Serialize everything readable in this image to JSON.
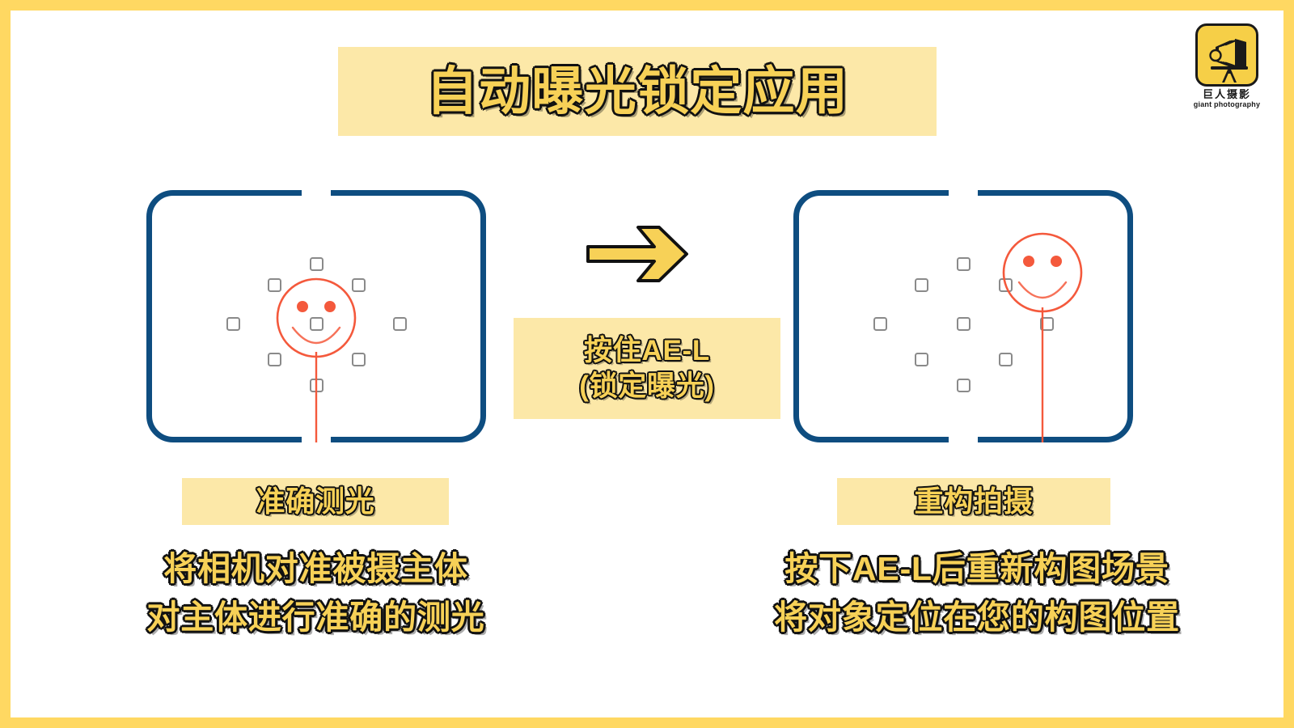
{
  "frame": {
    "border_color": "#FFD862",
    "page_bg": "#FFFFFF"
  },
  "colors": {
    "band_yellow": "#FCE8A8",
    "text_yellow": "#F7D157",
    "text_outline": "#111111",
    "viewfinder_blue": "#0E4D80",
    "subject_red": "#F4593C",
    "af_point_gray": "#8A8A8A",
    "logo_yellow": "#F6CF47"
  },
  "header": {
    "title": "自动曝光锁定应用",
    "logo": {
      "mark_icon": "bellows-camera-icon",
      "name_cn": "巨人摄影",
      "name_en": "giant photography"
    }
  },
  "steps": [
    {
      "id": "meter",
      "caption": "准确测光",
      "description_lines": [
        "将相机对准被摄主体",
        "对主体进行准确的测光"
      ],
      "viewfinder": {
        "subject_icon": "smiley-face-subject-icon",
        "subject_position": "center",
        "af_points_total": 9,
        "active_af_point": "center"
      }
    },
    {
      "id": "recompose",
      "caption": "重构拍摄",
      "description_lines": [
        "按下AE-L后重新构图场景",
        "将对象定位在您的构图位置"
      ],
      "viewfinder": {
        "subject_icon": "smiley-face-subject-icon",
        "subject_position": "upper-right",
        "af_points_total": 9,
        "active_af_point": "none"
      }
    }
  ],
  "transition": {
    "arrow_icon": "right-arrow-icon",
    "line1": "按住AE-L",
    "line2": "(锁定曝光)"
  }
}
